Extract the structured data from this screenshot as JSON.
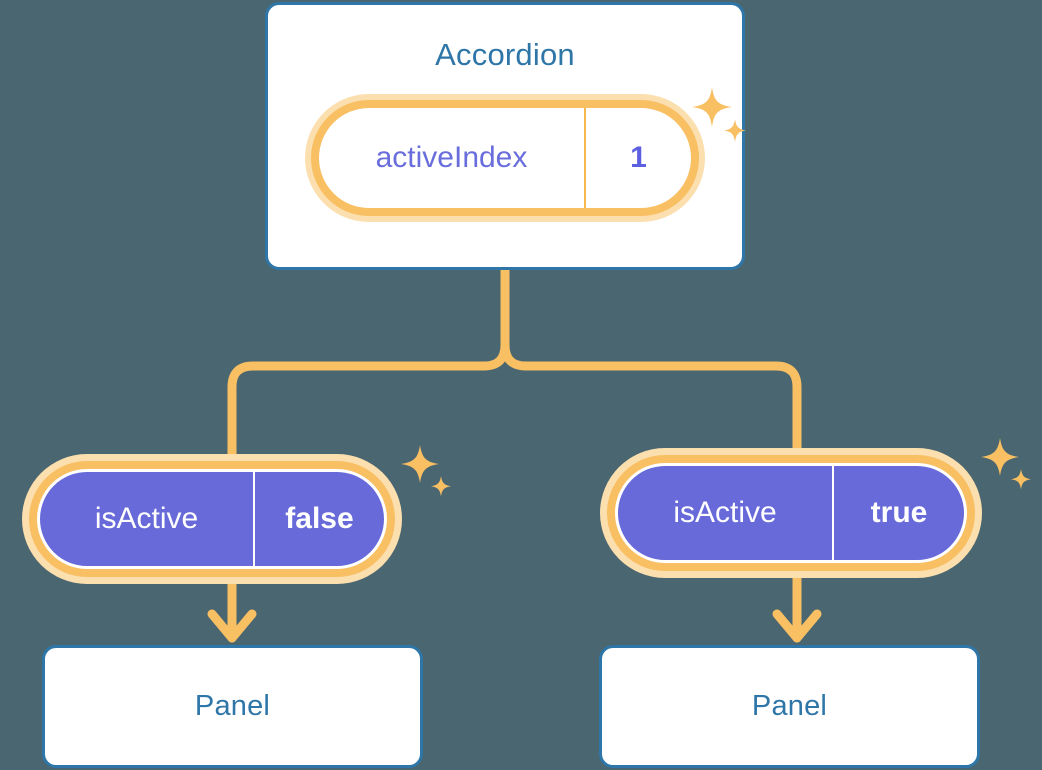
{
  "theme": {
    "background": "#4a6670",
    "card_border": "#2f76a8",
    "card_fill": "#ffffff",
    "title_text": "#2f76a8",
    "pill_ring_outer": "#fbdfae",
    "pill_ring_inner": "#f9bf63",
    "pill_white_fill": "#ffffff",
    "pill_purple_fill": "#676ad8",
    "state_key_purple": "#6a6ddc",
    "state_value_purple": "#5b5fe0",
    "state_text_white": "#ffffff",
    "connector": "#f9bf63",
    "sparkle": "#f9bf63"
  },
  "diagram": {
    "type": "component-state-tree",
    "root": {
      "title": "Accordion",
      "state": {
        "key": "activeIndex",
        "value": "1"
      },
      "sparkle": true
    },
    "children": [
      {
        "state": {
          "key": "isActive",
          "value": "false"
        },
        "sparkle": true,
        "panel": {
          "title": "Panel"
        }
      },
      {
        "state": {
          "key": "isActive",
          "value": "true"
        },
        "sparkle": true,
        "panel": {
          "title": "Panel"
        }
      }
    ]
  },
  "icons": {
    "sparkle_large": "sparkle-large-icon",
    "sparkle_small": "sparkle-small-icon",
    "arrow_down": "arrow-down-icon"
  }
}
